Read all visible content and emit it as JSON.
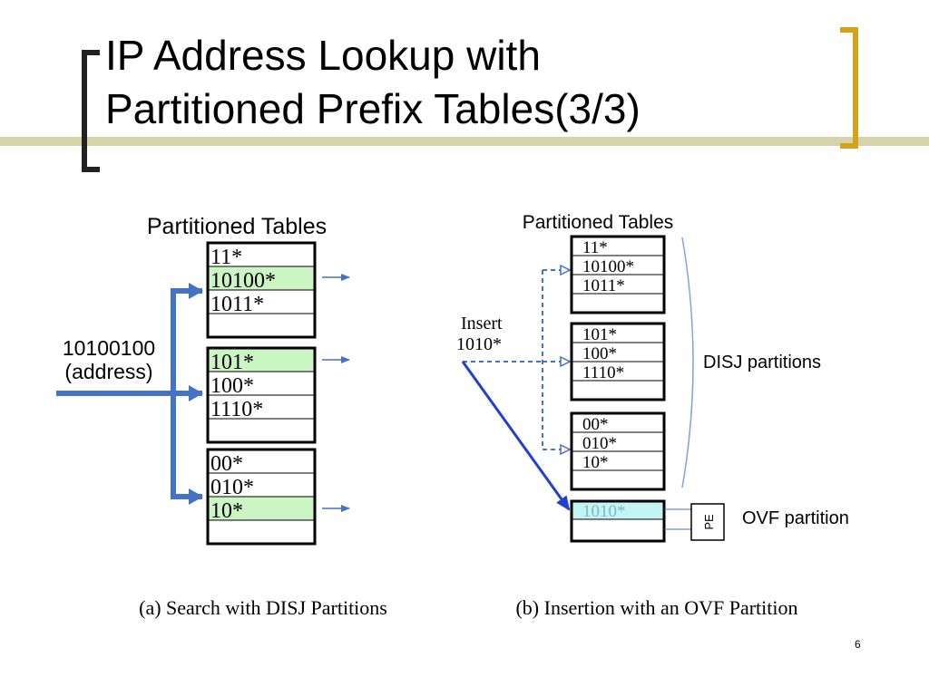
{
  "slide": {
    "title_line1": "IP Address Lookup with",
    "title_line2": "Partitioned Prefix Tables(3/3)",
    "page_number": "6"
  },
  "panel_a": {
    "header": "Partitioned Tables",
    "address_value": "10100100",
    "address_label": "(address)",
    "tables": [
      [
        "11*",
        "10100*",
        "1011*",
        ""
      ],
      [
        "101*",
        "100*",
        "1110*",
        ""
      ],
      [
        "00*",
        "010*",
        "10*",
        ""
      ]
    ],
    "highlighted_rows": [
      [
        1
      ],
      [
        0
      ],
      [
        2
      ]
    ],
    "caption": "(a) Search with DISJ Partitions"
  },
  "panel_b": {
    "header": "Partitioned Tables",
    "insert_label": "Insert",
    "insert_value": "1010*",
    "tables": [
      [
        "11*",
        "10100*",
        "1011*",
        ""
      ],
      [
        "101*",
        "100*",
        "1110*",
        ""
      ],
      [
        "00*",
        "010*",
        "10*",
        ""
      ]
    ],
    "ovf_entry": "1010*",
    "pe_label": "PE",
    "disj_label": "DISJ partitions",
    "ovf_label": "OVF partition",
    "caption": "(b) Insertion with an OVF Partition"
  },
  "colors": {
    "highlight_green": "#ccf5c4",
    "highlight_cyan": "#c6f4f4",
    "arrow_blue": "#4472c4",
    "insert_blue": "#1f3fd6",
    "accent_gold": "#d8a11b",
    "title_bar": "#d4d4a8"
  }
}
